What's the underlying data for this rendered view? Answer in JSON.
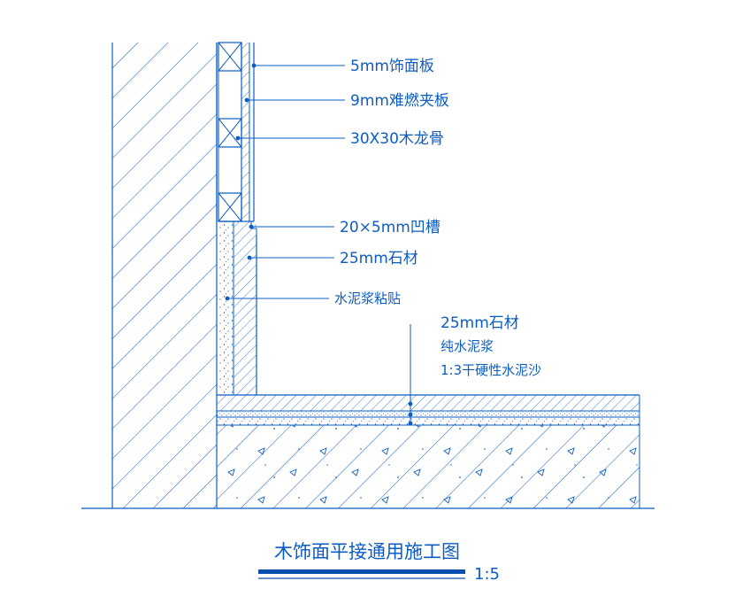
{
  "colors": {
    "line": "#0b5cc4",
    "title_bar": "#0b4fae",
    "background": "#ffffff"
  },
  "wall_callouts": [
    {
      "text": "5mm饰面板"
    },
    {
      "text": "9mm难燃夹板"
    },
    {
      "text": "30X30木龙骨"
    },
    {
      "text": "20×5mm凹槽"
    },
    {
      "text": "25mm石材"
    },
    {
      "text": "水泥浆粘贴"
    }
  ],
  "floor_callouts": [
    {
      "text": "25mm石材"
    },
    {
      "text": "纯水泥浆"
    },
    {
      "text": "1:3干硬性水泥沙"
    }
  ],
  "title": {
    "text": "木饰面平接通用施工图",
    "scale": "1:5"
  }
}
